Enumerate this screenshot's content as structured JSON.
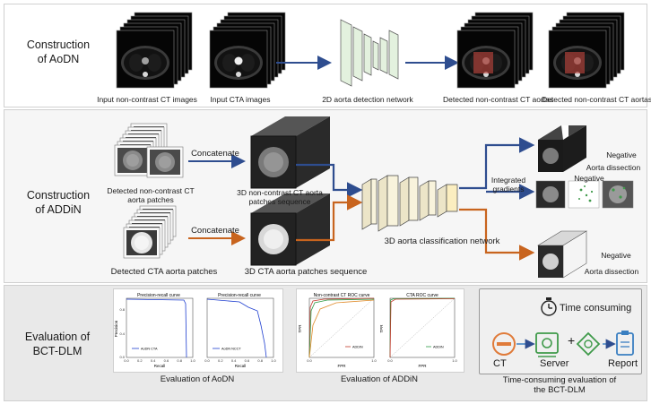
{
  "sections": {
    "aodn": {
      "title_line1": "Construction",
      "title_line2": "of AoDN"
    },
    "addin": {
      "title_line1": "Construction",
      "title_line2": "of ADDiN"
    },
    "eval": {
      "title_line1": "Evaluation of",
      "title_line2": "BCT-DLM"
    }
  },
  "aodn": {
    "input_ncct": "Input non-contrast CT images",
    "input_cta": "Input CTA images",
    "network": "2D aorta detection network",
    "detected_ncct": "Detected non-contrast CT aortas",
    "detected_cta": "Detected non-contrast CT aortas"
  },
  "addin": {
    "concat_top": "Concatenate",
    "concat_bottom": "Concatenate",
    "ncct_patches_l1": "Detected non-contrast CT",
    "ncct_patches_l2": "aorta patches",
    "ncct_seq_l1": "3D non-contrast CT aorta",
    "ncct_seq_l2": "patches sequence",
    "cta_patches": "Detected CTA aorta patches",
    "cta_seq": "3D CTA aorta patches sequence",
    "classifier": "3D aorta classification network",
    "ig_l1": "Integrated",
    "ig_l2": "gradients",
    "out_neg_top": "Negative",
    "out_ad_top": "Aorta dissection",
    "out_neg_mid": "Negative",
    "out_neg_bottom": "Negative",
    "out_ad_bottom": "Aorta dissection"
  },
  "eval": {
    "pr_left_title": "Precision-recall curve",
    "pr_right_title": "Precision-recall curve",
    "pr_xlabel": "Recall",
    "pr_ylabel": "Precision",
    "pr_left_legend": "AoDN CTA",
    "pr_right_legend": "AoDN NCCT",
    "pr_ticks": [
      "0.0",
      "0.2",
      "0.4",
      "0.6",
      "0.8",
      "1.0"
    ],
    "aodn_caption": "Evaluation of AoDN",
    "roc_left_title": "Non-contrast CT ROC curve",
    "roc_right_title": "CTA ROC curve",
    "roc_xlabel": "FPR",
    "roc_ylabel": "TPR",
    "roc_legend": "ADDiN",
    "addin_caption": "Evaluation of ADDiN",
    "time_label": "Time consuming",
    "ct_label": "CT",
    "server_label": "Server",
    "report_label": "Report",
    "plus": "+",
    "bct_caption_l1": "Time-consuming evaluation of",
    "bct_caption_l2": "the BCT-DLM"
  },
  "colors": {
    "blue_arrow": "#2e4d8f",
    "orange_arrow": "#c8641e",
    "ct_orange": "#e07b3a",
    "green": "#3f9a4a",
    "report_blue": "#3a7fc1",
    "pr_line": "#1f3fd0",
    "roc_red": "#c0392b",
    "roc_green": "#2e9c46",
    "roc_orange": "#e08a28"
  }
}
